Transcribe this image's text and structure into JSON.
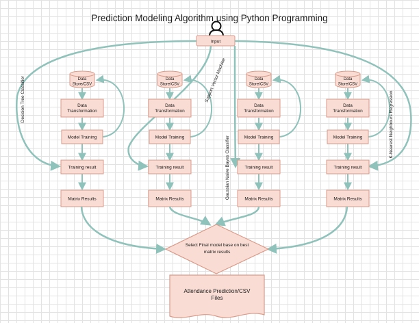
{
  "title": "Prediction Modeling Algorithm using Python Programming",
  "input_label": "Input",
  "columns": [
    {
      "algorithm": "Decision Tree Classifier",
      "data_store": [
        "Data",
        "Store/CSV"
      ],
      "transformation": [
        "Data",
        "Transformation"
      ],
      "training": "Model Training",
      "result": "Training result",
      "matrix": "Matrix Results"
    },
    {
      "algorithm": "Support Vector Machine",
      "data_store": [
        "Data",
        "Store/CSV"
      ],
      "transformation": [
        "Data",
        "Transformation"
      ],
      "training": "Model Training",
      "result": "Training result",
      "matrix": "Matrix Results"
    },
    {
      "algorithm": "Gaussian Naive Bayes Classifier",
      "data_store": [
        "Data",
        "Store/CSV"
      ],
      "transformation": [
        "Data",
        "Transformation"
      ],
      "training": "Model Training",
      "result": "Training result",
      "matrix": "Matrix Results"
    },
    {
      "algorithm": "K-Nearest Neighbours Regression",
      "data_store": [
        "Data",
        "Store/CSV"
      ],
      "transformation": [
        "Data",
        "Transformation"
      ],
      "training": "Model Training",
      "result": "Training result",
      "matrix": "Matrix Results"
    }
  ],
  "decision": [
    "Select Final model base on best",
    "matrix results"
  ],
  "output": [
    "Attendance Prediction/CSV",
    "Files"
  ],
  "colors": {
    "arrow": "#8fc2ba",
    "box_fill": "#f9dcd3",
    "box_stroke": "#d99a88",
    "title": "#2a56a8",
    "grid": "#e2e2e2"
  }
}
